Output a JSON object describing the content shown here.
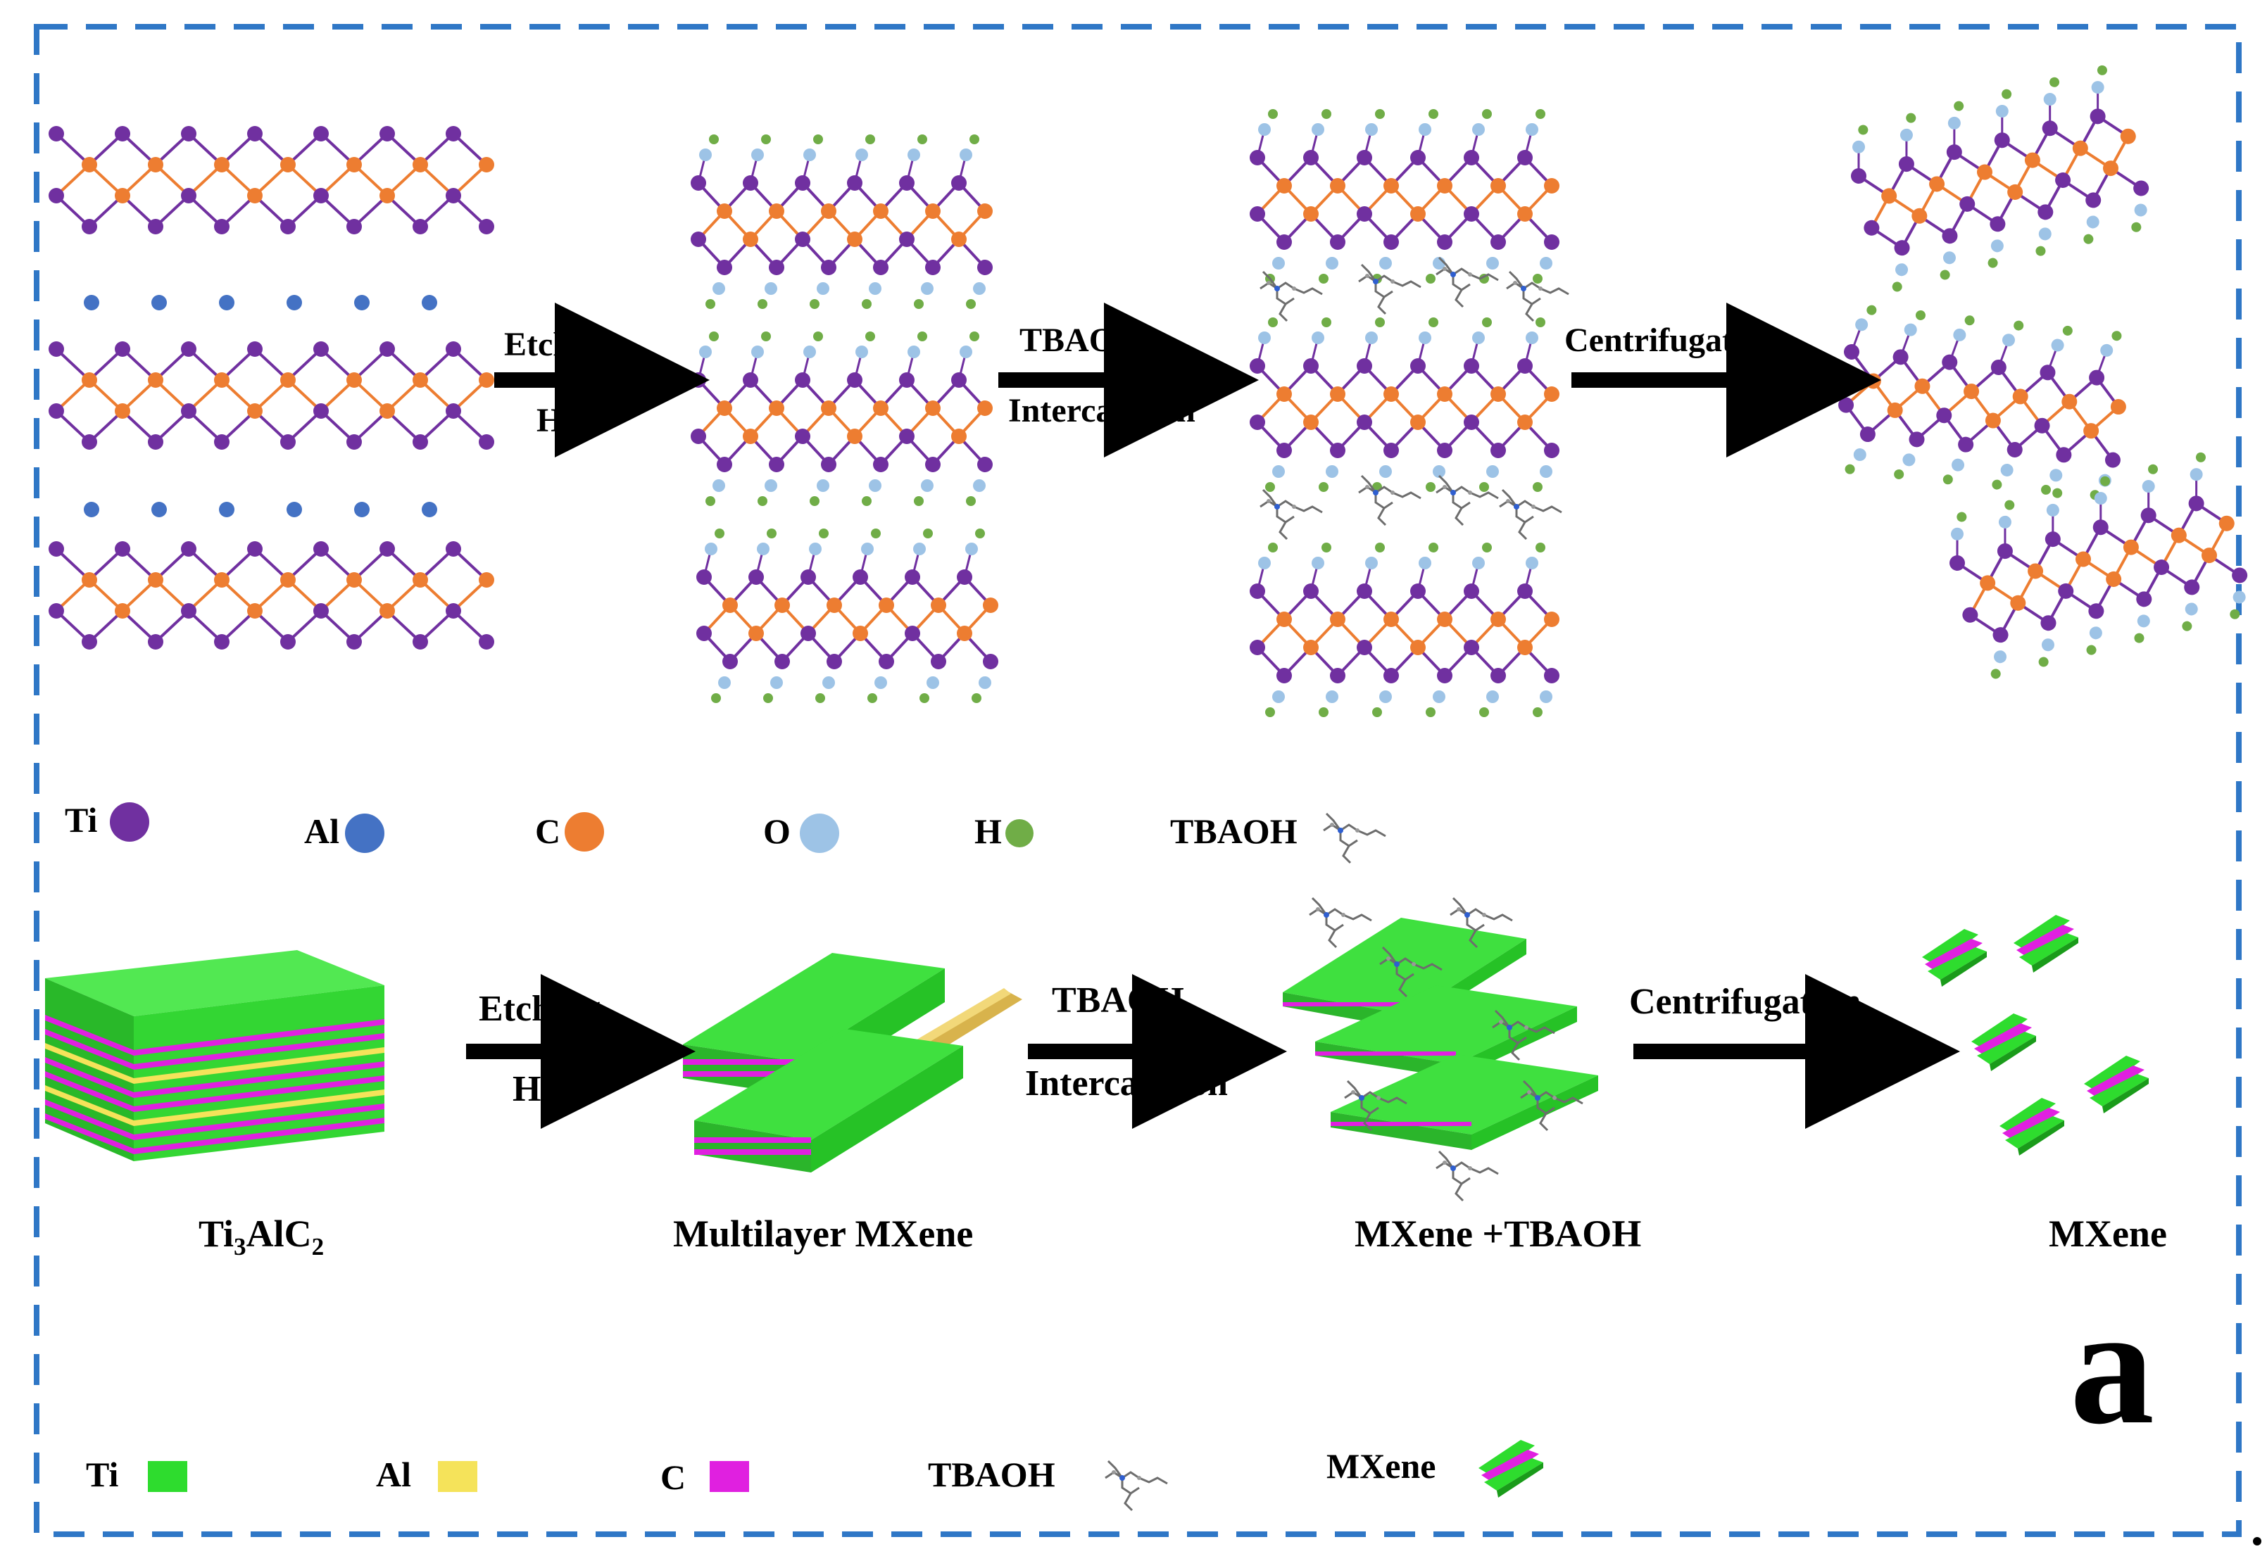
{
  "colors": {
    "frame": "#2f77c6",
    "ti_atom": "#7030a0",
    "al_atom": "#4472c4",
    "c_atom": "#ed7d31",
    "o_atom": "#9dc3e6",
    "h_atom": "#70ad47",
    "ti_layer": "#2edc2e",
    "al_layer": "#f5e35a",
    "c_layer": "#e020e0",
    "arrow": "#000000"
  },
  "top_process": {
    "steps": [
      {
        "top": "Etching",
        "bottom": "HF"
      },
      {
        "top": "TBAOH",
        "bottom": "Intercalation"
      },
      {
        "top": "Centrifugation",
        "bottom": ""
      }
    ]
  },
  "atom_legend": [
    {
      "label": "Ti",
      "icon": "ti-atom-icon"
    },
    {
      "label": "Al",
      "icon": "al-atom-icon"
    },
    {
      "label": "C",
      "icon": "c-atom-icon"
    },
    {
      "label": "O",
      "icon": "o-atom-icon"
    },
    {
      "label": "H",
      "icon": "h-atom-icon"
    },
    {
      "label": "TBAOH",
      "icon": "tbaoh-molecule-icon"
    }
  ],
  "bottom_process": {
    "steps": [
      {
        "top": "Etching",
        "bottom": "HF"
      },
      {
        "top": "TBAOH",
        "bottom": "Intercalation"
      },
      {
        "top": "Centrifugation",
        "bottom": ""
      }
    ],
    "captions": {
      "c1_main": "Ti",
      "c1_sub1": "3",
      "c1_mid": "AlC",
      "c1_sub2": "2",
      "c2": "Multilayer MXene",
      "c3": "MXene +TBAOH",
      "c4": "MXene"
    }
  },
  "layer_legend": [
    {
      "label": "Ti",
      "icon": "ti-layer-icon"
    },
    {
      "label": "Al",
      "icon": "al-layer-icon"
    },
    {
      "label": "C",
      "icon": "c-layer-icon"
    },
    {
      "label": "TBAOH",
      "icon": "tbaoh-molecule-icon"
    },
    {
      "label": "MXene",
      "icon": "mxene-flake-icon"
    }
  ],
  "panel_label": "a"
}
